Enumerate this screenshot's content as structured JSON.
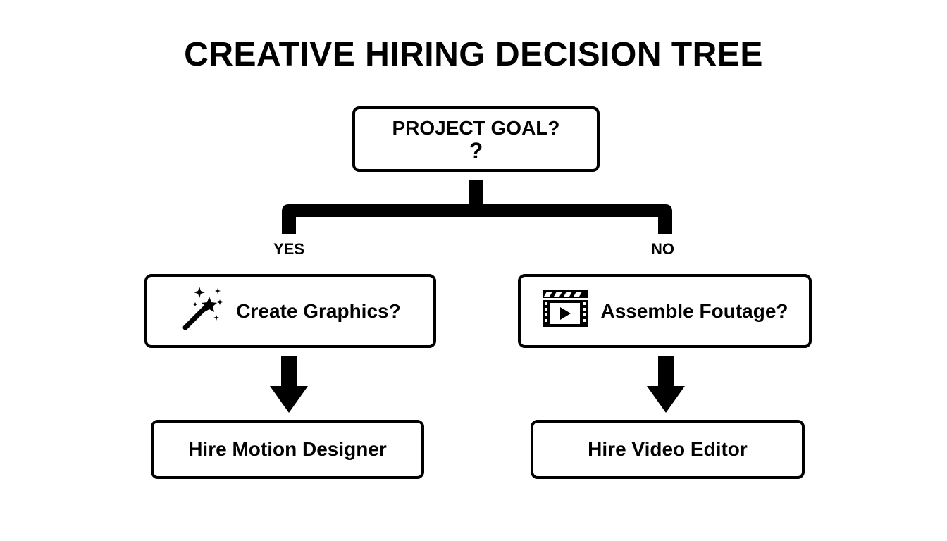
{
  "title": "CREATIVE HIRING DECISION TREE",
  "root": {
    "label": "PROJECT GOAL?",
    "icon_glyph": "?"
  },
  "branches": {
    "yes_label": "YES",
    "no_label": "NO"
  },
  "left": {
    "question": "Create Graphics?",
    "question_icon": "magic-wand-icon",
    "result": "Hire Motion Designer"
  },
  "right": {
    "question": "Assemble Foutage?",
    "question_icon": "film-clapper-icon",
    "result": "Hire Video Editor"
  },
  "colors": {
    "line": "#000000",
    "background": "#ffffff"
  }
}
